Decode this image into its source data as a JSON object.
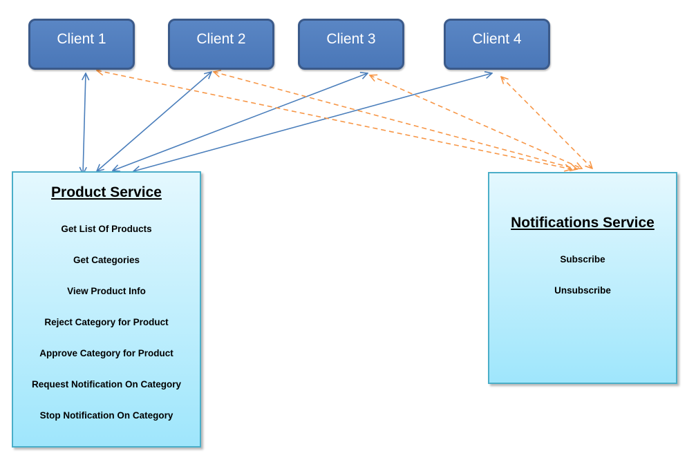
{
  "clients": [
    {
      "label": "Client 1"
    },
    {
      "label": "Client 2"
    },
    {
      "label": "Client 3"
    },
    {
      "label": "Client 4"
    }
  ],
  "product_service": {
    "title": "Product Service",
    "items": [
      "Get List Of Products",
      "Get Categories",
      "View Product Info",
      "Reject Category for Product",
      "Approve Category for Product",
      "Request Notification On Category",
      "Stop Notification On Category"
    ]
  },
  "notifications_service": {
    "title": "Notifications Service",
    "items": [
      "Subscribe",
      "Unsubscribe"
    ]
  },
  "colors": {
    "client_fill": "#4f7ec0",
    "client_border": "#3b5a8a",
    "service_border": "#4aaec8",
    "solid_link": "#4a7ebb",
    "dashed_link": "#f79646"
  }
}
